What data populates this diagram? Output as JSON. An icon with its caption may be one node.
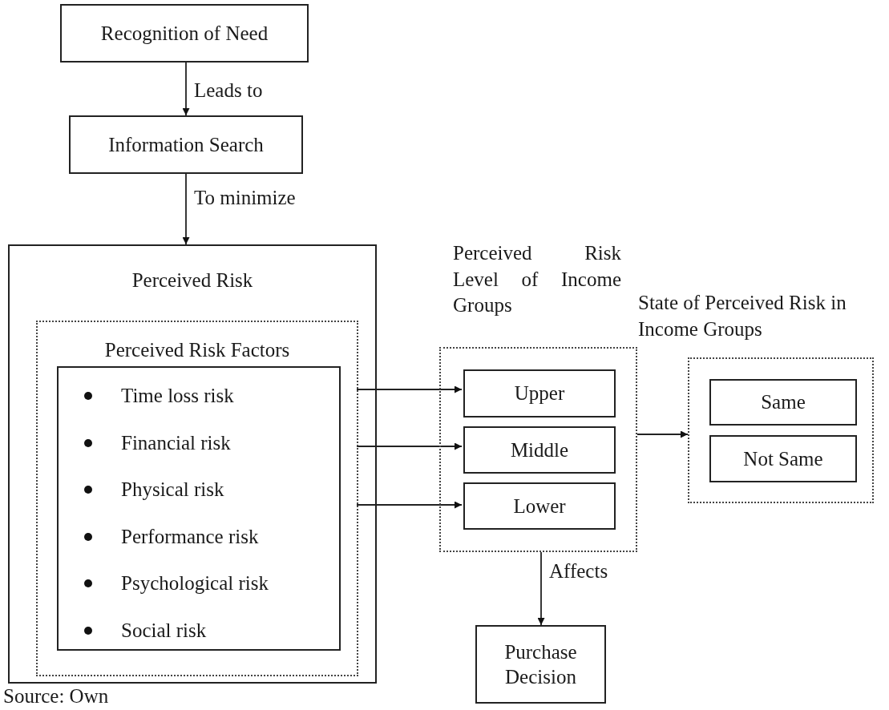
{
  "diagram": {
    "nodes": [
      {
        "text": [
          "Recognition of Need"
        ]
      },
      {
        "text": [
          "Information Search"
        ]
      },
      {
        "text": [
          "Perceived Risk"
        ]
      },
      {
        "text": [
          "Perceived Risk Factors"
        ],
        "in": 2
      },
      {
        "text": [
          "Time loss risk",
          "Financial risk",
          "Physical risk",
          "Performance risk",
          "Psychological risk",
          "Social risk"
        ],
        "in": 3
      },
      {
        "text": [
          "Perceived Risk Level of Income Groups"
        ]
      },
      {
        "text": [
          "Upper"
        ],
        "in": 5
      },
      {
        "text": [
          "Middle"
        ],
        "in": 5
      },
      {
        "text": [
          "Lower"
        ],
        "in": 5
      },
      {
        "text": [
          "State of Perceived Risk in Income Groups"
        ]
      },
      {
        "text": [
          "Same"
        ],
        "in": 9
      },
      {
        "text": [
          "Not Same"
        ],
        "in": 9
      },
      {
        "text": [
          "Purchase Decision"
        ]
      }
    ],
    "edges": [
      {
        "from": 0,
        "to": 1,
        "arrow": "to",
        "label": "Leads to"
      },
      {
        "from": 1,
        "to": 2,
        "arrow": "to",
        "label": "To minimize"
      },
      {
        "from": 3,
        "to": 6,
        "arrow": "to"
      },
      {
        "from": 3,
        "to": 7,
        "arrow": "to"
      },
      {
        "from": 3,
        "to": 8,
        "arrow": "to"
      },
      {
        "from": 5,
        "to": 9,
        "arrow": "to"
      },
      {
        "from": 5,
        "to": 12,
        "arrow": "to",
        "label": "Affects"
      }
    ],
    "labels": [
      "Source: Own"
    ]
  }
}
